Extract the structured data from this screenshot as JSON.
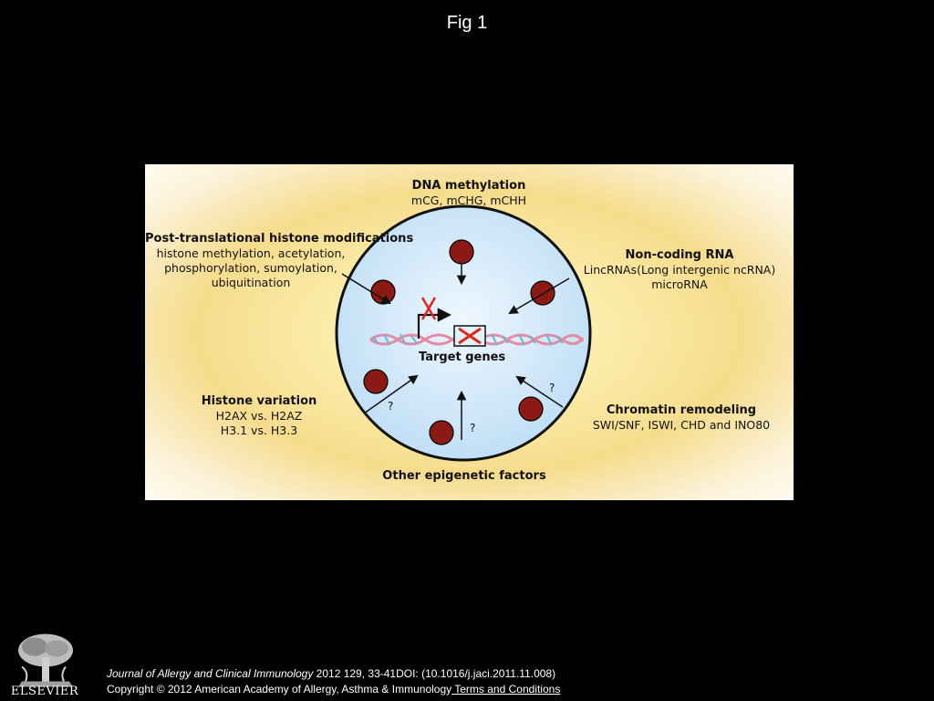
{
  "slide": {
    "title": "Fig 1"
  },
  "diagram": {
    "center_label": "Target genes",
    "nodes": [
      {
        "id": "dna",
        "heading": "DNA methylation",
        "lines": [
          "mCG, mCHG, mCHH"
        ]
      },
      {
        "id": "ptm",
        "heading": "Post-translational histone modifications",
        "lines": [
          "histone methylation, acetylation,",
          "phosphorylation, sumoylation,",
          "ubiquitination"
        ]
      },
      {
        "id": "ncrna",
        "heading": "Non-coding RNA",
        "lines": [
          "LincRNAs(Long intergenic ncRNA)",
          "microRNA"
        ]
      },
      {
        "id": "hv",
        "heading": "Histone variation",
        "lines": [
          "H2AX vs. H2AZ",
          "H3.1 vs. H3.3"
        ]
      },
      {
        "id": "cr",
        "heading": "Chromatin remodeling",
        "lines": [
          "SWI/SNF, ISWI, CHD and INO80"
        ]
      },
      {
        "id": "other",
        "heading": "Other epigenetic factors",
        "lines": []
      }
    ],
    "question_mark": "?",
    "colors": {
      "node_fill": "#8b1a14",
      "circle_fill": "#d6ebf9",
      "inhibit": "#e3241b"
    }
  },
  "citation": {
    "journal": "Journal of Allergy and Clinical Immunology",
    "details": " 2012 129, 33-41DOI: (10.1016/j.jaci.2011.11.008)",
    "copyright": "Copyright © 2012 American Academy of Allergy, Asthma & Immunology",
    "link": " Terms and Conditions"
  },
  "logo": {
    "text": "ELSEVIER",
    "icon": "elsevier-tree-icon"
  }
}
